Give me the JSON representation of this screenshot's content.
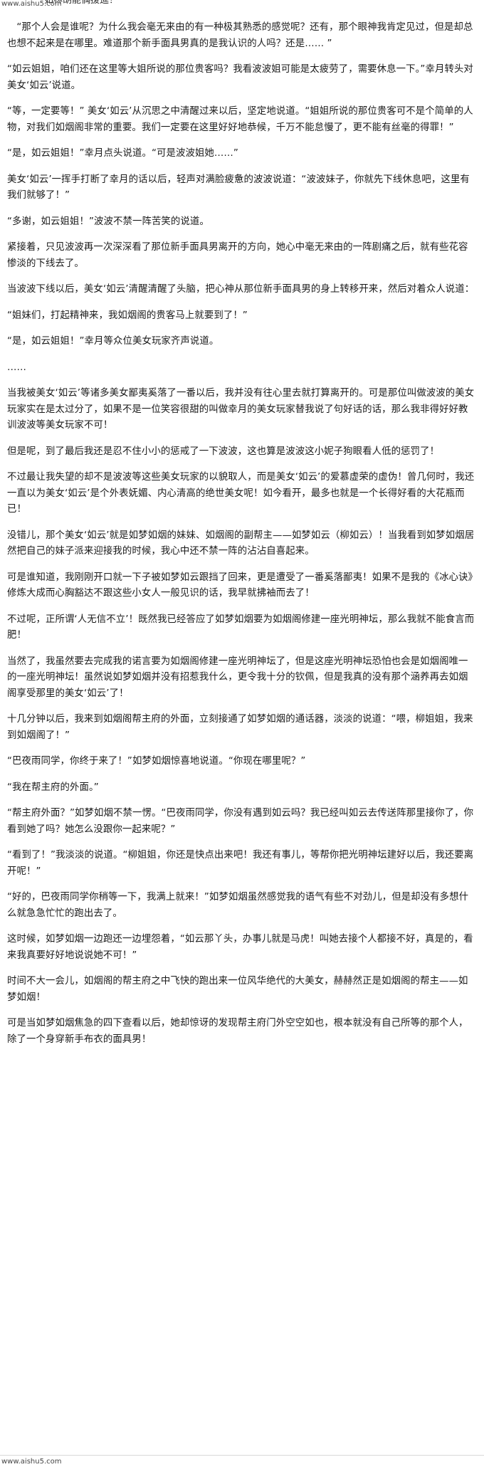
{
  "site": {
    "top_url": "www.aishu5.com",
    "top_cut_text": "如林胡能偶援進！",
    "bottom_url": "www.aishu5.com"
  },
  "paragraphs": [
    "“那个人会是谁呢？为什么我会毫无来由的有一种极其熟悉的感觉呢？还有，那个眼神我肯定见过，但是却总也想不起来是在哪里。难道那个新手面具男真的是我认识的人吗？还是…… ”",
    "“如云姐姐，咱们还在这里等大姐所说的那位贵客吗？我看波波姐可能是太疲劳了，需要休息一下。”幸月转头对美女‘如云’说道。",
    "“等，一定要等！” 美女‘如云’从沉思之中清醒过来以后，坚定地说道。“姐姐所说的那位贵客可不是个简单的人物，对我们如烟阁非常的重要。我们一定要在这里好好地恭候，千万不能怠慢了，更不能有丝毫的得罪！”",
    "“是，如云姐姐！”幸月点头说道。“可是波波姐她……”",
    "美女‘如云’一挥手打断了幸月的话以后，轻声对满脸疲惫的波波说道：“波波妹子，你就先下线休息吧，这里有我们就够了！”",
    "“多谢，如云姐姐！”波波不禁一阵苦笑的说道。",
    "紧接着，只见波波再一次深深看了那位新手面具男离开的方向，她心中毫无来由的一阵剧痛之后，就有些花容惨淡的下线去了。",
    "当波波下线以后，美女‘如云’清醒清醒了头脑，把心神从那位新手面具男的身上转移开来，然后对着众人说道：",
    "“姐妹们，打起精神来，我如烟阁的贵客马上就要到了！”",
    "“是，如云姐姐！”幸月等众位美女玩家齐声说道。",
    "……",
    "当我被美女‘如云’等诸多美女鄙夷奚落了一番以后，我并没有往心里去就打算离开的。可是那位叫做波波的美女玩家实在是太过分了，如果不是一位笑容很甜的叫做幸月的美女玩家替我说了句好话的话，那么我非得好好教训波波等美女玩家不可！",
    "但是呢，到了最后我还是忍不住小小的惩戒了一下波波，这也算是波波这小妮子狗眼看人低的惩罚了！",
    "不过最让我失望的却不是波波等这些美女玩家的以貌取人，而是美女‘如云’的爱慕虚荣的虚伪！曾几何时，我还一直以为美女‘如云’是个外表妩媚、内心清高的绝世美女呢！如今看开，最多也就是一个长得好看的大花瓶而已！",
    "没错儿，那个美女‘如云’就是如梦如烟的妹妹、如烟阁的副帮主——如梦如云（柳如云）！当我看到如梦如烟居然把自己的妹子派来迎接我的时候，我心中还不禁一阵的沾沾自喜起来。",
    "可是谁知道，我刚刚开口就一下子被如梦如云跟挡了回来，更是遭受了一番奚落鄙夷！如果不是我的《冰心诀》修炼大成而心胸豁达不跟这些小女人一般见识的话，我早就拂袖而去了！",
    "不过呢，正所谓‘人无信不立’！既然我已经答应了如梦如烟要为如烟阁修建一座光明神坛，那么我就不能食言而肥！",
    "当然了，我虽然要去完成我的诺言要为如烟阁修建一座光明神坛了，但是这座光明神坛恐怕也会是如烟阁唯一的一座光明神坛！虽然说如梦如烟并没有招惹我什么，更令我十分的钦佩，但是我真的没有那个涵养再去如烟阁享受那里的美女‘如云’了！",
    "十几分钟以后，我来到如烟阁帮主府的外面，立刻接通了如梦如烟的通话器，淡淡的说道：“喂，柳姐姐，我来到如烟阁了！”",
    "“巴夜雨同学，你终于来了！”如梦如烟惊喜地说道。“你现在哪里呢？”",
    "“我在帮主府的外面。”",
    "“帮主府外面？”如梦如烟不禁一愣。“巴夜雨同学，你没有遇到如云吗？我已经叫如云去传送阵那里接你了，你看到她了吗？她怎么没跟你一起来呢？”",
    "“看到了！”我淡淡的说道。“柳姐姐，你还是快点出来吧！我还有事儿，等帮你把光明神坛建好以后，我还要离开呢！”",
    "“好的，巴夜雨同学你稍等一下，我满上就来！”如梦如烟虽然感觉我的语气有些不对劲儿，但是却没有多想什么就急急忙忙的跑出去了。",
    "这时候，如梦如烟一边跑还一边埋怨着，“如云那丫头，办事儿就是马虎！叫她去接个人都接不好，真是的，看来我真要好好地说说她不可！”",
    "时间不大一会儿，如烟阁的帮主府之中飞快的跑出来一位风华绝代的大美女，赫赫然正是如烟阁的帮主——如梦如烟！",
    "可是当如梦如烟焦急的四下查看以后，她却惊讶的发现帮主府门外空空如也，根本就没有自己所等的那个人，除了一个身穿新手布衣的面具男！"
  ]
}
